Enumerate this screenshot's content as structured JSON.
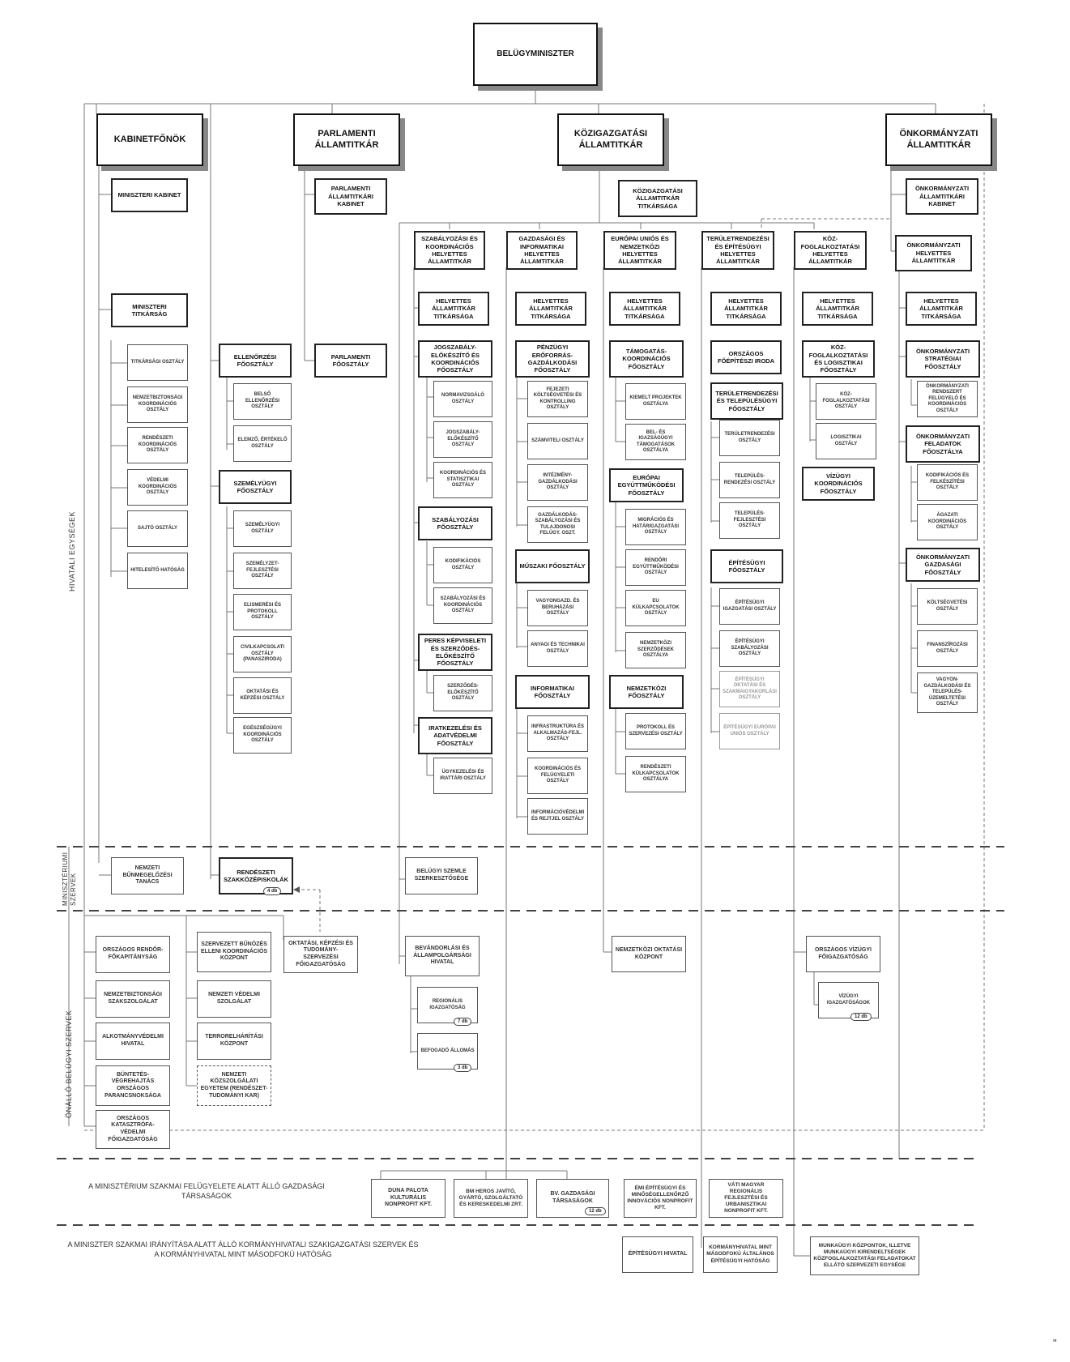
{
  "top": "BELÜGYMINISZTER",
  "l1": {
    "kabinet": "KABINETFŐNÖK",
    "parl": "Parlamenti Államtitkár",
    "koz": "Közigazgatási Államtitkár",
    "onk": "Önkormányzati Államtitkár"
  },
  "kab": {
    "miniszteri_kabinet": "Miniszteri kabinet",
    "miniszteri_titkarsag": "Miniszteri titkárság",
    "items": [
      "Titkársági osztály",
      "Nemzetbiztonsági koordinációs osztály",
      "Rendészeti koordinációs osztály",
      "Védelmi koordinációs osztály",
      "Sajtó osztály",
      "Hitelesítő hatóság"
    ]
  },
  "ell": {
    "head": "Ellenőrzési főosztály",
    "items": [
      "Belső ellenőrzési osztály",
      "Elemző, értékelő osztály"
    ]
  },
  "szem": {
    "head": "Személyügyi főosztály",
    "items": [
      "Személyügyi osztály",
      "Személyzet-fejlesztési osztály",
      "Elismerési és protokoll osztály",
      "Civilkapcsolati osztály (panasziroda)",
      "Oktatási és képzési osztály",
      "Egészségügyi koordinációs osztály"
    ]
  },
  "parl": {
    "kabinet": "Parlamenti államtitkári kabinet",
    "foosztaly": "Parlamenti főosztály"
  },
  "koz": {
    "titkarsag": "Közigazgatási államtitkár titkársága"
  },
  "hat": {
    "szab": "Szabályozási és koordinációs helyettes államtitkár",
    "gazd": "Gazdasági és informatikai helyettes államtitkár",
    "eu": "Európai uniós és nemzetközi helyettes államtitkár",
    "ter": "Területrendezési és építésügyi helyettes államtitkár",
    "kozf": "Köz-foglalkoztatási helyettes államtitkár",
    "onk": "Önkormányzati helyettes államtitkár"
  },
  "titk": {
    "t1": "Helyettes államtitkár titkársága",
    "t2": "Helyettes államtitkár titkársága",
    "t3": "Helyettes államtitkár titkársága",
    "t4": "Helyettes államtitkár titkársága",
    "t5": "Helyettes államtitkár titkársága",
    "t6": "Helyettes államtitkár titkársága"
  },
  "szab": {
    "f1": "Jogszabály-előkészítő és koordinációs főosztály",
    "f1_items": [
      "Normavizsgáló osztály",
      "Jogszabály-előkészítő osztály",
      "Koordinációs és statisztikai osztály"
    ],
    "f2": "Szabályozási főosztály",
    "f2_items": [
      "Kodifikációs osztály",
      "Szabályozási és koordinációs osztály"
    ],
    "f3": "Peres képviseleti és szerződés-előkészítő főosztály",
    "f3_items": [
      "Szerződés-előkészítő osztály"
    ],
    "f4": "Iratkezelési és adatvédelmi főosztály",
    "f4_items": [
      "Ügykezelési és irattári osztály"
    ]
  },
  "gazd": {
    "f1": "Pénzügyi erőforrás-gazdálkodási főosztály",
    "f1_items": [
      "Fejezeti költségvetési és kontrolling osztály",
      "Számviteli osztály",
      "Intézmény-gazdálkodási osztály",
      "Gazdálkodás-szabályozási és tulajdonosi felügy. oszt."
    ],
    "f2": "Műszaki főosztály",
    "f2_items": [
      "Vagyongazd. és beruházási osztály",
      "Anyagi és technikai osztály"
    ],
    "f3": "Informatikai főosztály",
    "f3_items": [
      "Infrastruktúra és alkalmazás-fejl. osztály",
      "Koordinációs és felügyeleti osztály",
      "Információvédelmi és rejtjel osztály"
    ]
  },
  "eu": {
    "f1": "Támogatás-koordinációs főosztály",
    "f1_items": [
      "Kiemelt projektek osztálya",
      "Bel- és igazságügyi támogatások osztálya"
    ],
    "f2": "Európai együttműködési főosztály",
    "f2_items": [
      "Migrációs és határigazgatási osztály",
      "Rendőri együttműködési osztály",
      "EU külkapcsolatok osztály",
      "Nemzetközi szerződések osztálya"
    ],
    "f3": "Nemzetközi főosztály",
    "f3_items": [
      "Protokoll és szervezési osztály",
      "Rendészeti külkapcsolatok osztálya"
    ]
  },
  "ter": {
    "iroda": "Országos főépítészi iroda",
    "f1": "Területrendezési és településügyi főosztály",
    "f1_items": [
      "Területrendezési osztály",
      "Település-rendezési osztály",
      "Település-fejlesztési osztály"
    ],
    "f2": "Építésügyi főosztály",
    "f2_items": [
      "Építésügyi igazgatási osztály",
      "Építésügyi szabályozási osztály",
      "Építésügyi oktatási és szakmaigyakorlási osztály",
      "Építésügyi európai uniós osztály"
    ]
  },
  "kozf": {
    "f1": "Köz-foglalkoztatási és logisztikai főosztály",
    "f1_items": [
      "Köz-foglalkoztatási osztály",
      "Logisztikai osztály"
    ],
    "f2": "Vízügyi koordinációs főosztály"
  },
  "onk": {
    "kabinet": "Önkormányzati államtitkári kabinet",
    "f1": "Önkormányzati stratégiai főosztály",
    "f1_items": [
      "Önkormányzati rendszert felügyelő és koordinációs osztály"
    ],
    "f2": "Önkormányzati feladatok főosztálya",
    "f2_items": [
      "Kodifikációs és felkészítési osztály",
      "Ágazati koordinációs osztály"
    ],
    "f3": "Önkormányzati gazdasági főosztály",
    "f3_items": [
      "Költségvetési osztály",
      "Finanszírozási osztály",
      "Vagyon-gazdálkodási és település-üzemeltetési osztály"
    ]
  },
  "min": {
    "nbt": "Nemzeti bűnmegelőzési tanács",
    "rsz": "Rendészeti szakközépiskolák",
    "rsz_badge": "4 db",
    "bel": "Belügyi szemle szerkesztősége"
  },
  "onallo": {
    "orfk": "Országos rendőr-főkapitányság",
    "nbsz": "Nemzetbiztonsági szakszolgálat",
    "alk": "Alkotmányvédelmi hivatal",
    "bvop": "Büntetés-végrehajtás országos parancsnoksága",
    "okf": "Országos katasztrófa-védelmi főigazgatóság",
    "szbek": "Szervezett bűnözés elleni koordinációs központ",
    "nvsz": "Nemzeti védelmi szolgálat",
    "tek": "Terrorelhárítási központ",
    "nke": "Nemzeti közszolgálati egyetem (rendészet-tudományi kar)",
    "oktf": "Oktatási, képzési és tudomány-szervezési főigazgatóság",
    "bah": "Bevándorlási és állampolgársági hivatal",
    "rig": "Regionális igazgatóság",
    "rig_badge": "7 db",
    "bef": "Befogadó állomás",
    "bef_badge": "3 db",
    "nok": "Nemzetközi oktatási központ",
    "ovf": "Országos vízügyi főigazgatóság",
    "vig": "Vízügyi igazgatóságok",
    "vig_badge": "12 db"
  },
  "sections": {
    "hivatali": "Hivatali egységek",
    "miniszteriumi": "Minisztériumi szervek",
    "onallo": "Önálló belügyi szervek",
    "gazdasagi_note": "A minisztérium szakmai felügyelete alatt álló gazdasági társaságok",
    "kormany_note": "A miniszter szakmai irányítása alatt álló kormányhivatali szakigazgatási szervek és a kormányhivatal mint másodfokú hatóság"
  },
  "gt": {
    "duna": "Duna palota kulturális nonprofit kft.",
    "heros": "BM Heros javító, gyártó, szolgáltató és kereskedelmi zrt.",
    "bv": "Bv. gazdasági társaságok",
    "bv_badge": "12 db",
    "emi": "ÉMI építésügyi és minőségellenőrző innovációs nonprofit kft.",
    "vati": "VÁTI magyar regionális fejlesztési és urbanisztikai nonprofit kft."
  },
  "kh": {
    "epit": "Építésügyi hivatal",
    "kormany": "Kormányhivatal mint másodfokú általános építésügyi hatóság",
    "munka": "Munkaügyi központok, illetve munkaügyi kirendeltségek közfoglalkoztatási feladatokat ellátó szervezeti egysége"
  },
  "footer_mark": "\""
}
